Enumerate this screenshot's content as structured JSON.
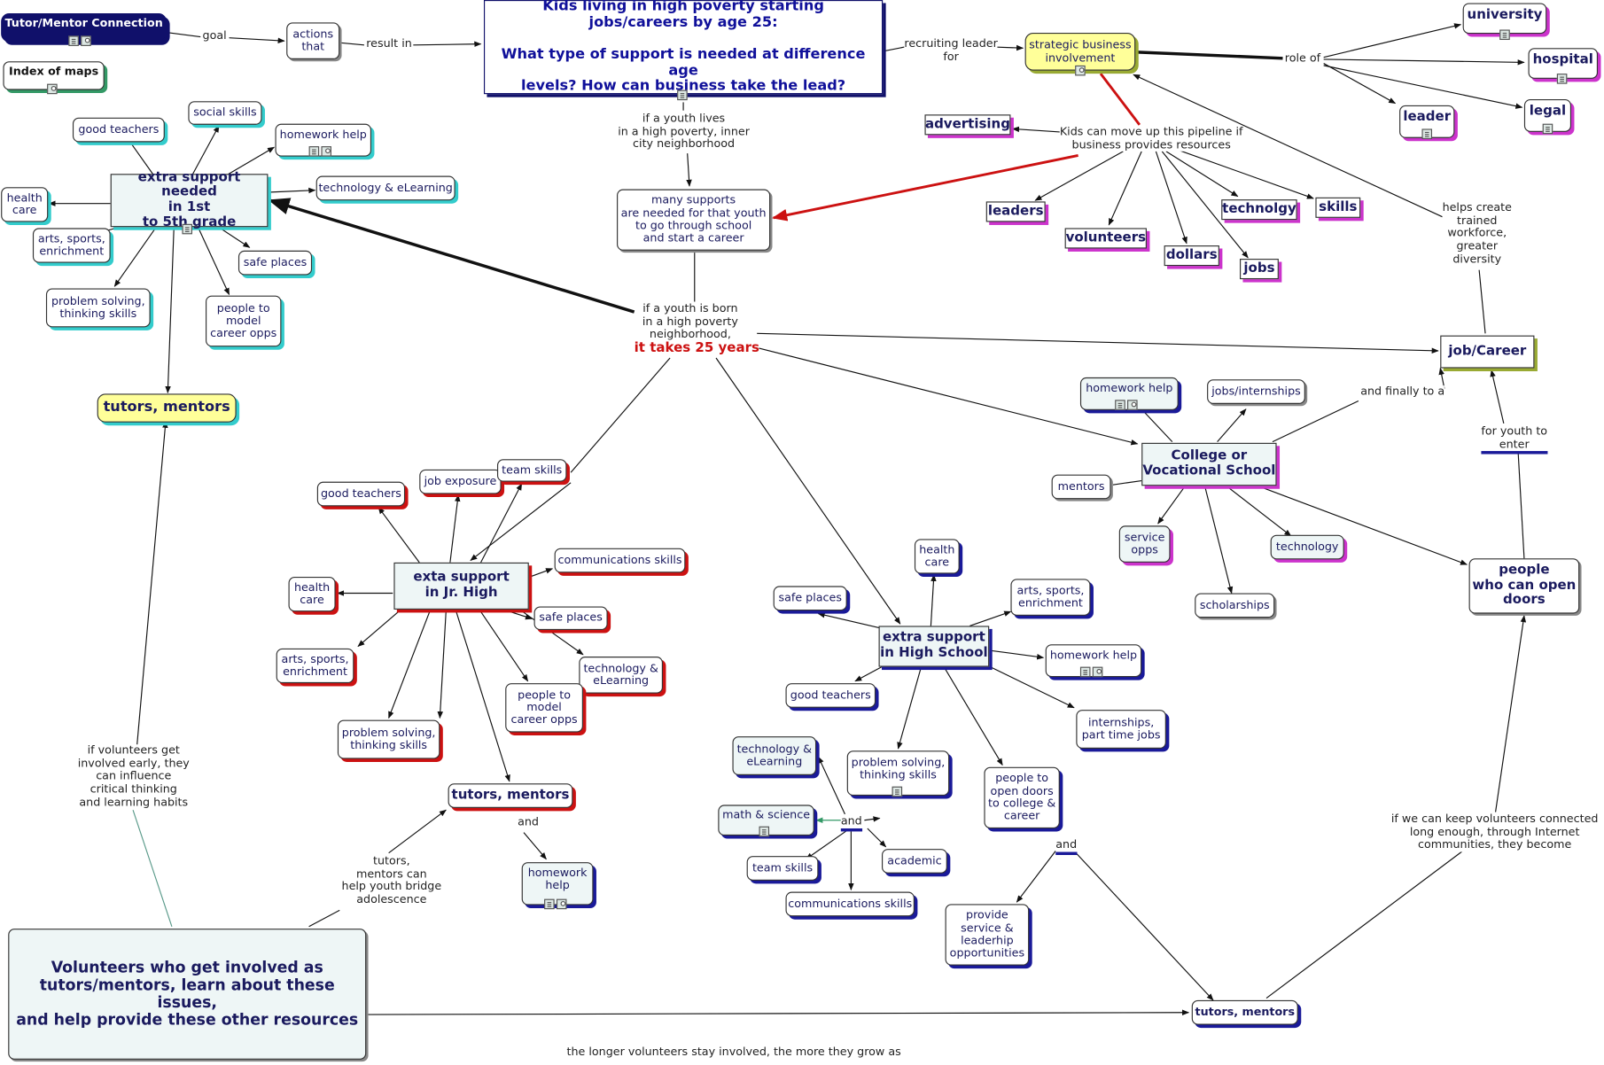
{
  "nodes": {
    "tutor_mentor_connection": "Tutor/Mentor Connection",
    "index_of_maps": "Index of maps",
    "actions_that": "actions\nthat",
    "main_title": "Kids living in high poverty starting\njobs/careers by age 25:\n\nWhat type of support is needed at difference age\nlevels? How can business take the lead?",
    "strategic_business": "strategic business\ninvolvement",
    "university": "university",
    "hospital": "hospital",
    "leader": "leader",
    "legal": "legal",
    "advertising": "advertising",
    "leaders": "leaders",
    "volunteers": "volunteers",
    "dollars": "dollars",
    "technolgy": "technolgy",
    "skills": "skills",
    "jobs": "jobs",
    "many_supports": "many supports\nare needed for that youth\nto go through school\nand start a career",
    "job_career": "job/Career",
    "elem_good_teachers": "good teachers",
    "elem_social_skills": "social skills",
    "elem_homework_help": "homework help",
    "elem_main": "extra support needed\nin 1st\nto 5th grade",
    "elem_health_care": "health\ncare",
    "elem_tech": "technology & eLearning",
    "elem_arts": "arts, sports,\nenrichment",
    "elem_safe_places": "safe places",
    "elem_problem_solving": "problem solving,\nthinking skills",
    "elem_people_model": "people to\nmodel\ncareer opps",
    "elem_tutors": "tutors, mentors",
    "jr_good_teachers": "good teachers",
    "jr_job_exposure": "job exposure",
    "jr_team_skills": "team skills",
    "jr_comm_skills": "communications skills",
    "jr_main": "exta support\nin Jr. High",
    "jr_health_care": "health\ncare",
    "jr_safe_places": "safe places",
    "jr_arts": "arts, sports,\nenrichment",
    "jr_tech": "technology &\neLearning",
    "jr_people_model": "people to\nmodel\ncareer opps",
    "jr_problem_solving": "problem solving,\nthinking skills",
    "jr_tutors": "tutors, mentors",
    "jr_homework_help": "homework\nhelp",
    "hs_health_care": "health\ncare",
    "hs_safe_places": "safe places",
    "hs_arts": "arts, sports,\nenrichment",
    "hs_main": "extra support\nin High School",
    "hs_homework_help": "homework help",
    "hs_good_teachers": "good teachers",
    "hs_internships": "internships,\npart time jobs",
    "hs_tech": "technology &\neLearning",
    "hs_problem_solving": "problem solving,\nthinking skills",
    "hs_people_doors": "people to\nopen doors\nto college &\ncareer",
    "hs_math_science": "math & science",
    "hs_academic": "academic",
    "hs_team_skills": "team skills",
    "hs_comm_skills": "communications skills",
    "hs_provide_service": "provide\nservice &\nleaderhip\nopportunities",
    "hs_tutors": "tutors, mentors",
    "col_homework_help": "homework help",
    "col_jobs_internships": "jobs/internships",
    "col_main": "College or\nVocational School",
    "col_mentors": "mentors",
    "col_service_opps": "service\nopps",
    "col_technology": "technology",
    "col_scholarships": "scholarships",
    "people_open_doors": "people\nwho can open\ndoors",
    "volunteers_box": "Volunteers who get involved as\ntutors/mentors, learn about these issues,\nand help provide these other resources"
  },
  "labels": {
    "goal": "goal",
    "result_in": "result in",
    "recruiting_leader_for": "recruiting leader\nfor",
    "role_of": "role of",
    "kids_pipeline": "Kids can move up this pipeline if\nbusiness provides  resources",
    "youth_lives": "if a youth lives\nin a high poverty, inner\ncity neighborhood",
    "youth_born": "if a youth is born\nin a high poverty\nneighborhood,",
    "takes_25_years": "it takes 25 years",
    "helps_create": "helps create\ntrained\nworkforce,\ngreater\ndiversity",
    "and_finally": "and finally to a",
    "for_youth_enter": "for youth to\nenter",
    "volunteers_early": "if volunteers get\ninvolved early, they\ncan influence\ncritical thinking\nand learning habits",
    "bridge_adolescence": "tutors,\nmentors can\nhelp youth bridge\nadolescence",
    "and_jr": "and",
    "and_hs": "and",
    "and_doors": "and",
    "volunteers_connected": "if we can keep volunteers connected\nlong enough, through Internet\ncommunities, they become",
    "longer_volunteers": "the longer volunteers stay involved, the more they grow as"
  },
  "colors": {
    "text": "#1a1a5e",
    "cyan_shadow": "#33cccc",
    "red_shadow": "#cc1111",
    "blue_shadow": "#1a1a99",
    "magenta_shadow": "#cc33cc",
    "yellow_fill": "#ffff99",
    "light_fill": "#eef6f6",
    "emphasis_red": "#cc1111"
  }
}
